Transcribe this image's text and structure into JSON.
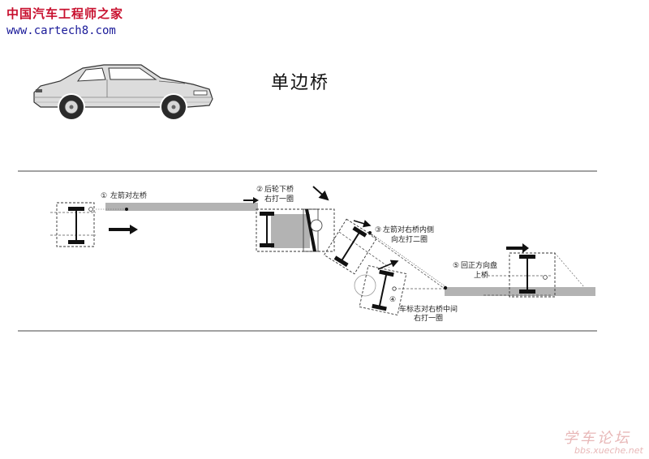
{
  "watermark": {
    "site_name": "中国汽车工程师之家",
    "site_url": "www.cartech8.com",
    "forum_name": "学车论坛",
    "forum_url": "bbs.xueche.net",
    "site_color": "#c8102e",
    "url_color": "#1a1a99"
  },
  "title": "单边桥",
  "diagram": {
    "bridge_color": "#b3b3b3",
    "steps": [
      {
        "num": "①",
        "line1": "左箭对左桥",
        "line2": ""
      },
      {
        "num": "②",
        "line1": "后轮下桥",
        "line2": "右打一圈"
      },
      {
        "num": "③",
        "line1": "左箭对右桥内侧",
        "line2": "向左打二圈"
      },
      {
        "num": "④",
        "line1": "车标志对右桥中间",
        "line2": "右打一圈"
      },
      {
        "num": "⑤",
        "line1": "回正方向盘",
        "line2": "上桥"
      }
    ]
  }
}
